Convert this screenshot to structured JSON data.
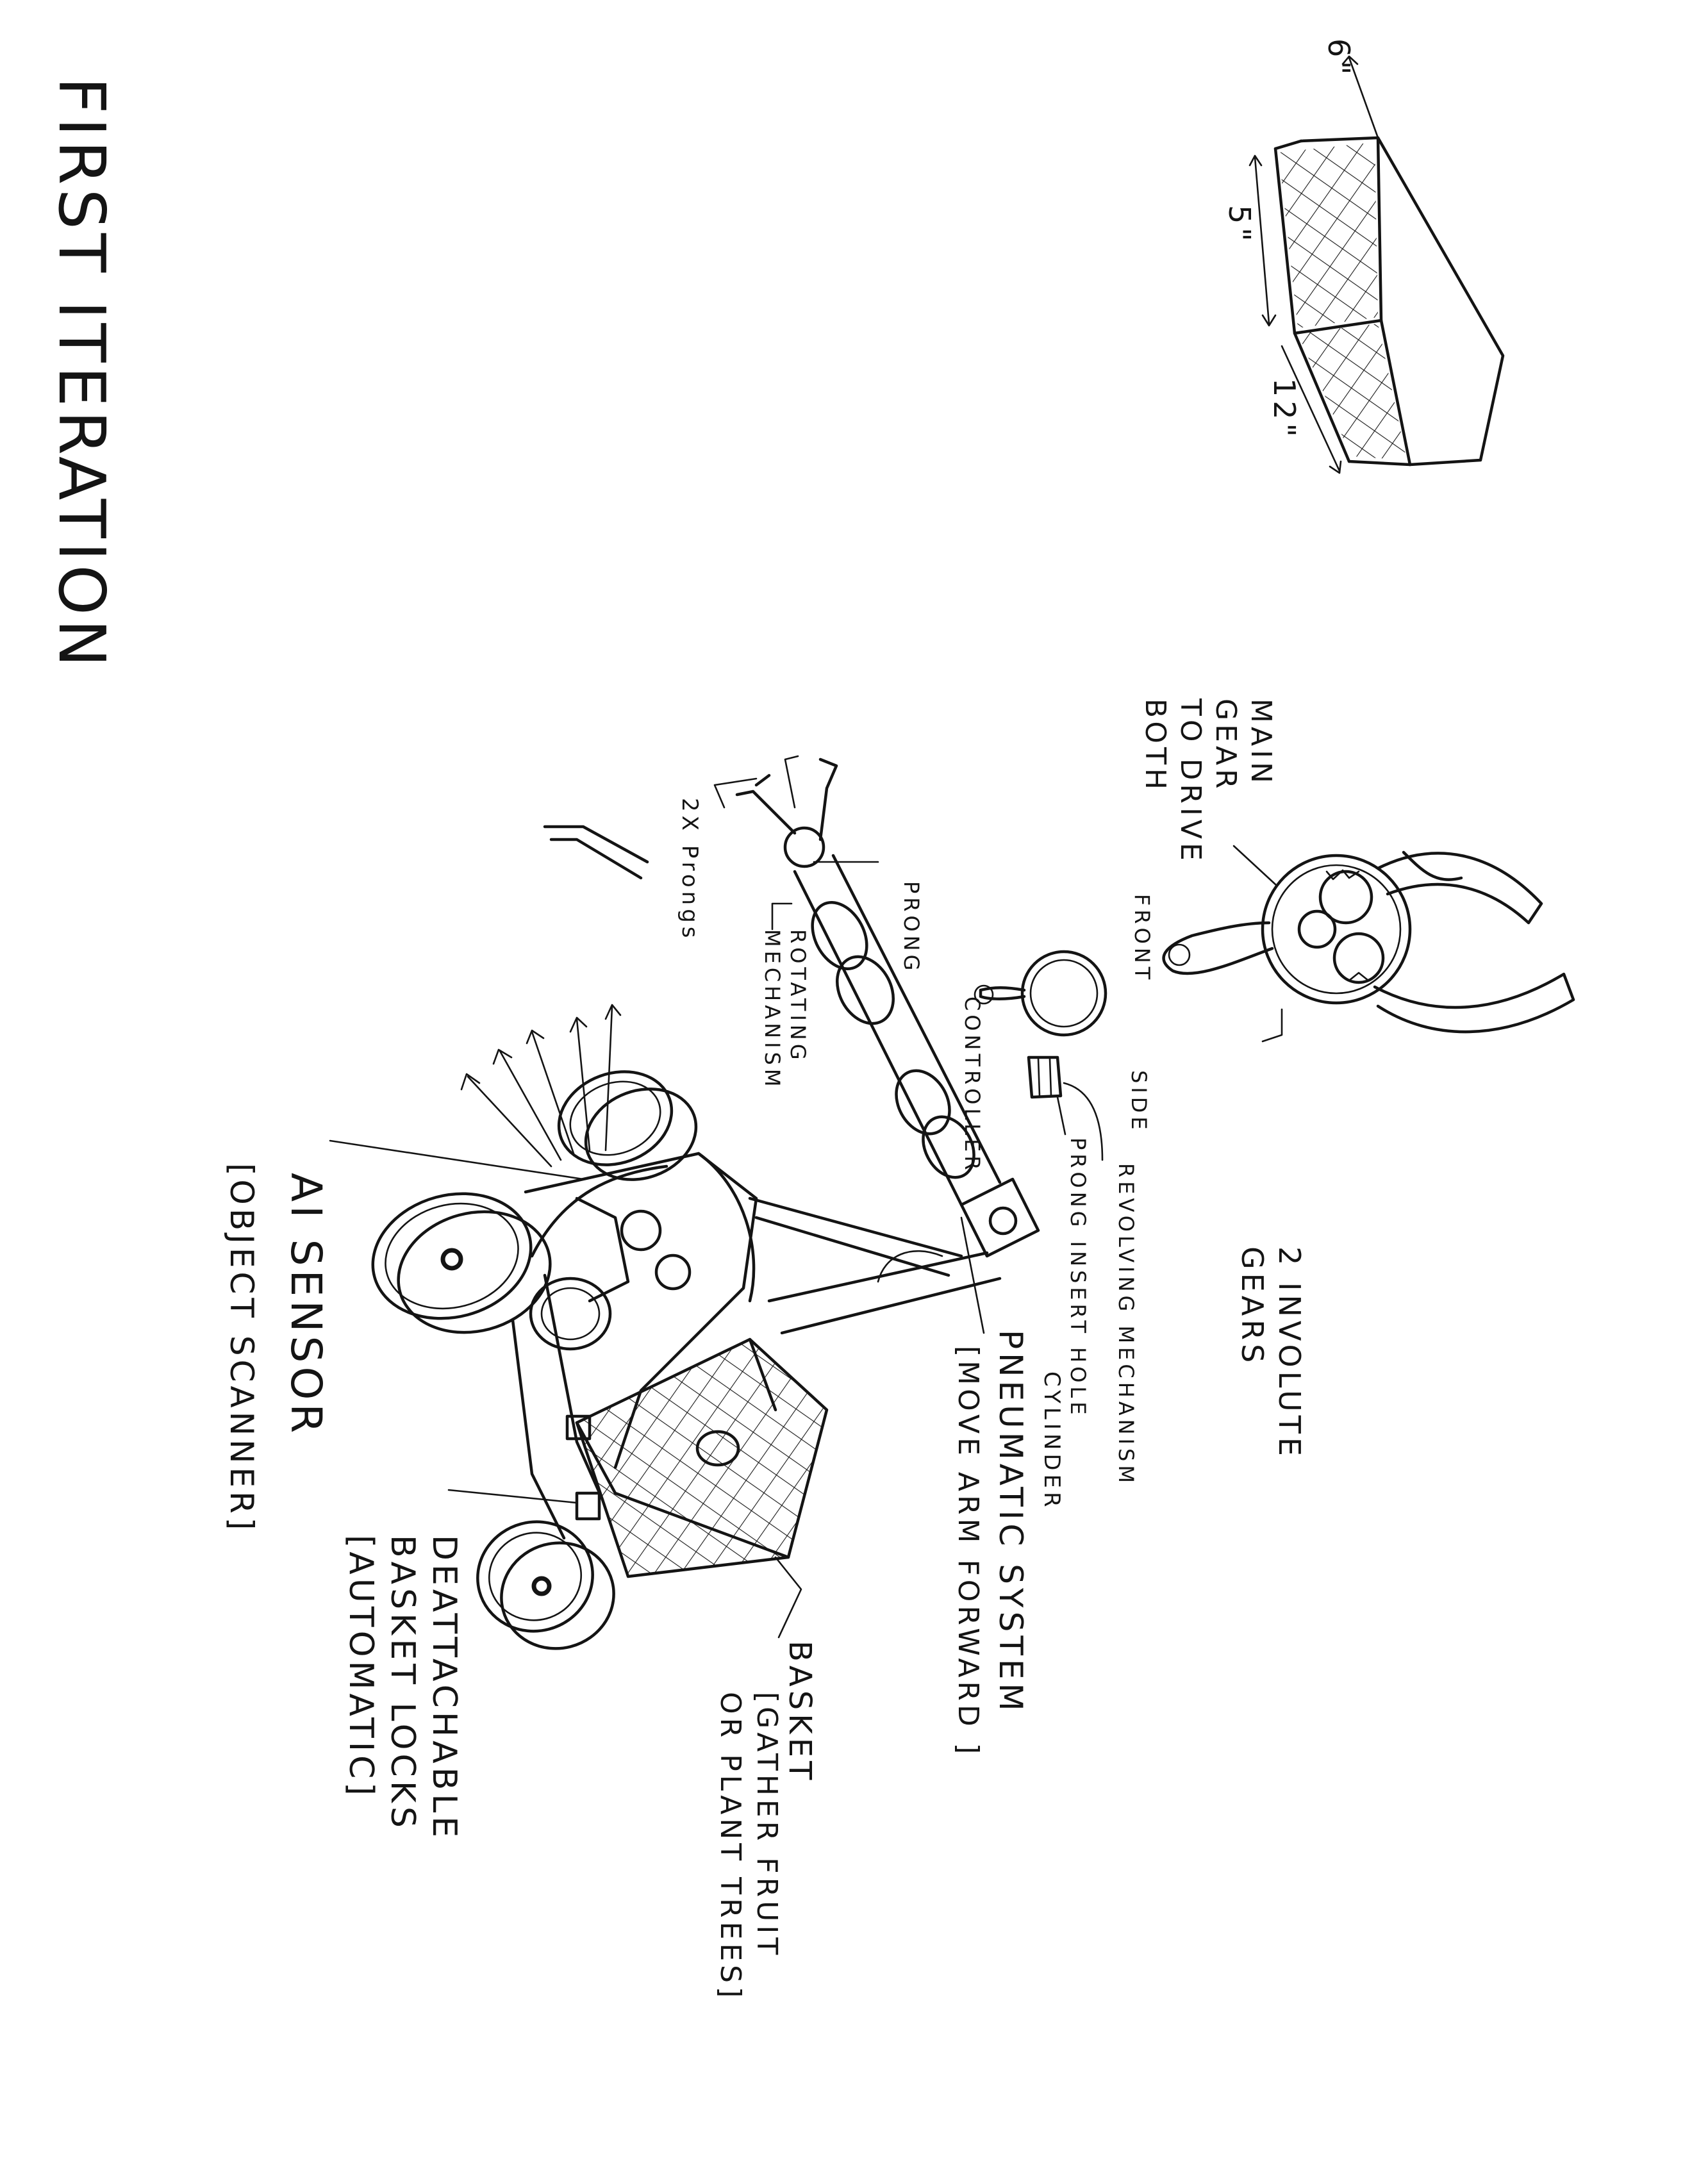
{
  "page": {
    "title": "FIRST ITERATION"
  },
  "labels": {
    "dim_height": "6\"",
    "dim_width": "5\"",
    "dim_length": "12\"",
    "main_gear": "MAIN\nGEAR\nTO DRIVE\nBOTH",
    "involute_gears": "2 INVOLUTE\nGEARS",
    "front": "FRONT",
    "side": "SIDE",
    "revolving_mechanism": "REVOLVING MECHANISM",
    "prong_insert_hole": "PRONG INSERT HOLE",
    "prong": "PRONG",
    "prong_controller": "CONTROLLER",
    "two_prongs": "2X Prongs",
    "rotating_mechanism": "ROTATING\nMECHANISM",
    "cylinder": "CYLINDER",
    "pneumatic_system": "PNEUMATIC SYSTEM",
    "move_arm_forward": "[MOVE ARM FORWARD ]",
    "ai_sensor": "AI SENSOR",
    "object_scanner": "[OBJECT SCANNER]",
    "detachable_basket": "DEATTACHABLE\nBASKET LOCKS\n[AUTOMATIC]",
    "basket": "BASKET",
    "basket_purpose": "[GATHER FRUIT\nOR PLANT TREES]"
  },
  "colors": {
    "ink": "#141414",
    "paper": "#ffffff"
  }
}
